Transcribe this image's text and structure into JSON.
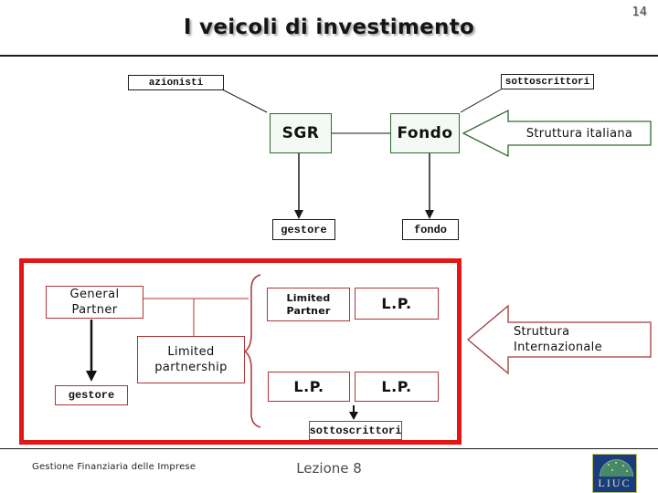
{
  "slide": {
    "page_number": "14",
    "title": "I veicoli di investimento"
  },
  "colors": {
    "accent-red": "#e31515",
    "box-red": "#b03333",
    "green": "#2d6a31",
    "logo-navy": "#1c3b7c"
  },
  "italian_structure": {
    "azionisti": "azionisti",
    "sottoscrittori": "sottoscrittori",
    "sgr": "SGR",
    "fondo": "Fondo",
    "gestore": "gestore",
    "fondo_small": "fondo",
    "callout": "Struttura italiana"
  },
  "international_structure": {
    "general_partner": [
      "General",
      "Partner"
    ],
    "limited_partnership": [
      "Limited",
      "partnership"
    ],
    "gestore": "gestore",
    "limited_partner": [
      "Limited",
      "Partner"
    ],
    "lp_top": "L.P.",
    "lp_bottom_left": "L.P.",
    "lp_bottom_right": "L.P.",
    "sottoscrittori": "sottoscrittori",
    "callout": [
      "Struttura",
      "Internazionale"
    ]
  },
  "footer": {
    "course_name": "Gestione Finanziaria delle Imprese",
    "lesson": "Lezione 8",
    "logo_text": "LIUC"
  }
}
